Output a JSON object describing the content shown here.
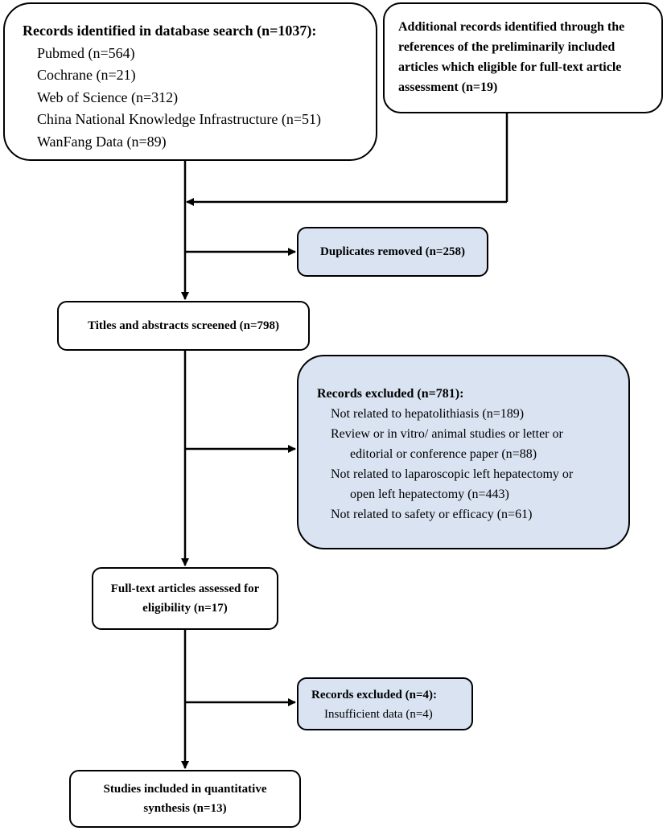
{
  "search": {
    "title": "Records identified in database search (n=1037):",
    "items": [
      "Pubmed (n=564)",
      "Cochrane (n=21)",
      "Web of Science (n=312)",
      "China National Knowledge Infrastructure (n=51)",
      "WanFang Data (n=89)"
    ]
  },
  "additional": {
    "lines": [
      "Additional records identified through the",
      "references of the preliminarily included",
      "articles which eligible for full-text article",
      "assessment (n=19)"
    ]
  },
  "duplicates": {
    "label": "Duplicates removed (n=258)"
  },
  "screened": {
    "label": "Titles and abstracts screened (n=798)"
  },
  "excluded_screen": {
    "title": "Records excluded (n=781):",
    "reasons": [
      {
        "line1": "Not related to hepatolithiasis (n=189)",
        "line2": ""
      },
      {
        "line1": "Review or in vitro/ animal studies or letter or",
        "line2": "editorial or conference paper (n=88)"
      },
      {
        "line1": "Not related to laparoscopic left hepatectomy or",
        "line2": "open left hepatectomy (n=443)"
      },
      {
        "line1": "Not related to safety or efficacy (n=61)",
        "line2": ""
      }
    ]
  },
  "fulltext": {
    "line1": "Full-text articles assessed for",
    "line2": "eligibility (n=17)"
  },
  "excluded_fulltext": {
    "title": "Records excluded (n=4):",
    "reason": "Insufficient data (n=4)"
  },
  "included": {
    "line1": "Studies included in quantitative",
    "line2": "synthesis (n=13)"
  }
}
